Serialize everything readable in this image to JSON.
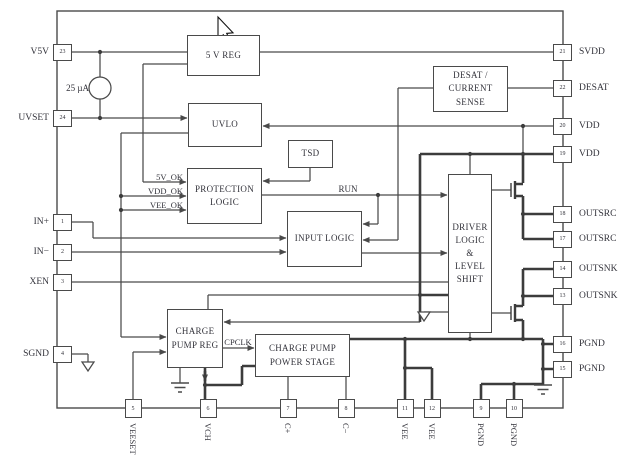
{
  "diagram": {
    "blocks": [
      {
        "id": "5v-reg",
        "label": "5 V REG"
      },
      {
        "id": "uvlo",
        "label": "UVLO"
      },
      {
        "id": "tsd",
        "label": "TSD"
      },
      {
        "id": "protection-logic",
        "label": "PROTECTION\nLOGIC"
      },
      {
        "id": "input-logic",
        "label": "INPUT LOGIC"
      },
      {
        "id": "desat-current-sense",
        "label": "DESAT /\nCURRENT\nSENSE"
      },
      {
        "id": "driver-logic-level-shift",
        "label": "DRIVER\nLOGIC\n&\nLEVEL\nSHIFT"
      },
      {
        "id": "charge-pump-reg",
        "label": "CHARGE\nPUMP REG"
      },
      {
        "id": "charge-pump-power-stage",
        "label": "CHARGE PUMP\nPOWER STAGE"
      }
    ],
    "pins_left": [
      {
        "number": "23",
        "name": "V5V"
      },
      {
        "number": "24",
        "name": "UVSET"
      },
      {
        "number": "1",
        "name": "IN+"
      },
      {
        "number": "2",
        "name": "IN−"
      },
      {
        "number": "3",
        "name": "XEN"
      },
      {
        "number": "4",
        "name": "SGND"
      }
    ],
    "pins_right": [
      {
        "number": "21",
        "name": "SVDD"
      },
      {
        "number": "22",
        "name": "DESAT"
      },
      {
        "number": "20",
        "name": "VDD"
      },
      {
        "number": "19",
        "name": "VDD"
      },
      {
        "number": "18",
        "name": "OUTSRC"
      },
      {
        "number": "17",
        "name": "OUTSRC"
      },
      {
        "number": "14",
        "name": "OUTSNK"
      },
      {
        "number": "13",
        "name": "OUTSNK"
      },
      {
        "number": "16",
        "name": "PGND"
      },
      {
        "number": "15",
        "name": "PGND"
      }
    ],
    "pins_bottom": [
      {
        "number": "5",
        "name": "VEESET"
      },
      {
        "number": "6",
        "name": "VCH"
      },
      {
        "number": "7",
        "name": "C+"
      },
      {
        "number": "8",
        "name": "C−"
      },
      {
        "number": "11",
        "name": "VEE"
      },
      {
        "number": "12",
        "name": "VEE"
      },
      {
        "number": "9",
        "name": "PGND"
      },
      {
        "number": "10",
        "name": "PGND"
      }
    ],
    "signals": {
      "run": "RUN",
      "cpclk": "CPCLK",
      "ok_5v": "5V_OK",
      "ok_vdd": "VDD_OK",
      "ok_vee": "VEE_OK",
      "current_source": "25 µA"
    },
    "colors": {
      "line": "#4a4a4a",
      "background": "#ffffff",
      "text": "#33333b"
    }
  }
}
